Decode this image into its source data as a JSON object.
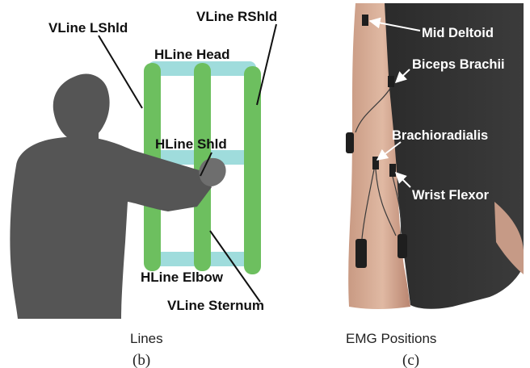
{
  "panel_b": {
    "labels": {
      "vline_lshld": "VLine LShld",
      "vline_rshld": "VLine RShld",
      "hline_head": "HLine Head",
      "hline_shld": "HLine Shld",
      "hline_elbow": "HLine Elbow",
      "vline_sternum": "VLine Sternum"
    },
    "caption": "Lines",
    "sublabel": "(b)"
  },
  "panel_c": {
    "labels": {
      "mid_deltoid": "Mid Deltoid",
      "biceps_brachii": "Biceps Brachii",
      "brachioradialis": "Brachioradialis",
      "wrist_flexor": "Wrist Flexor"
    },
    "caption": "EMG Positions",
    "sublabel": "(c)"
  },
  "colors": {
    "vertical_line": "#6dbf5f",
    "horizontal_line": "#9fdcdc",
    "figure_gray": "#555555",
    "label_on_photo": "#ffffff"
  }
}
